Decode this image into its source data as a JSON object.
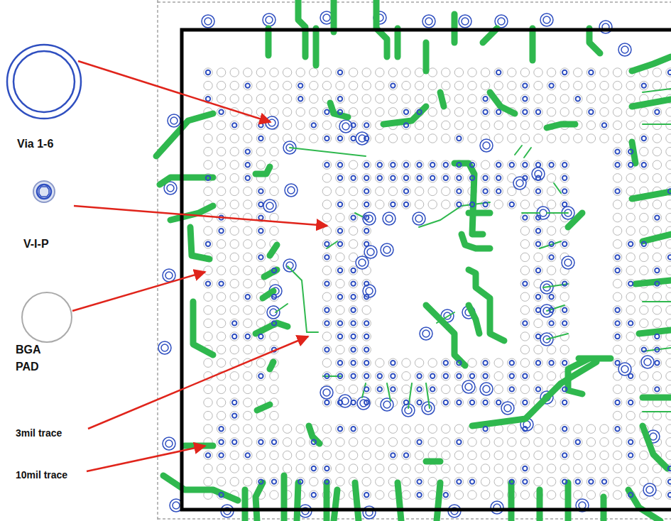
{
  "diagram": {
    "labels": [
      "Via 1-6",
      "V-I-P",
      "BGA PAD",
      "3mil trace",
      "10mil trace"
    ]
  }
}
